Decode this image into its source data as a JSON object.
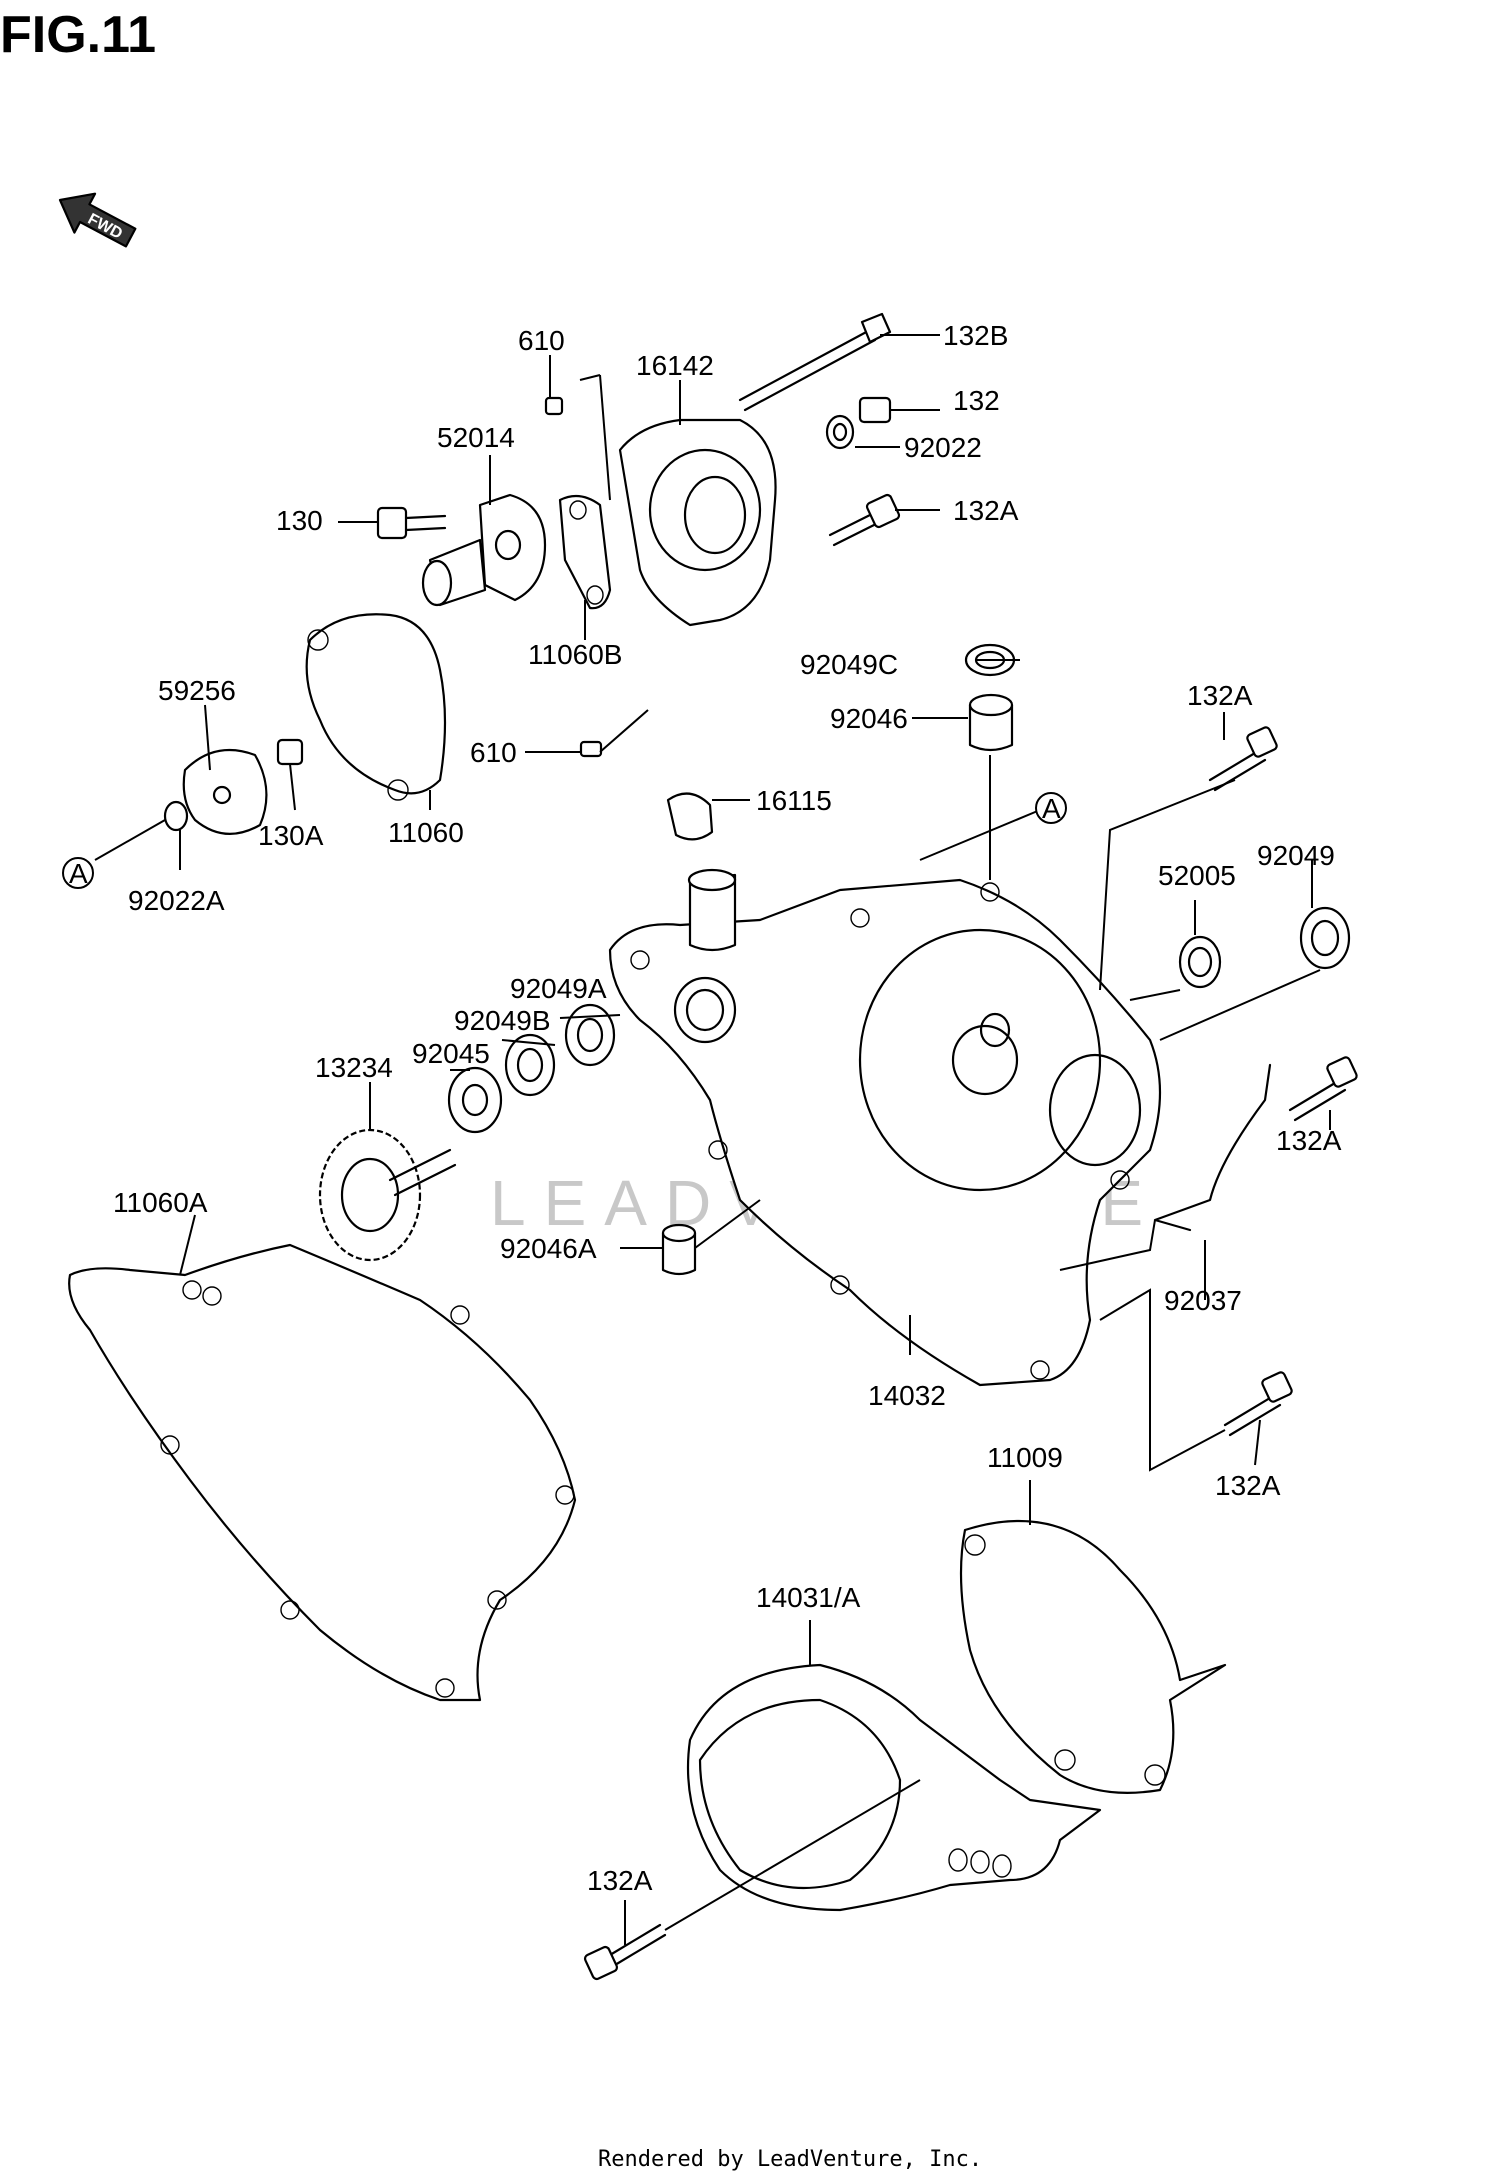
{
  "title": "FIG.11",
  "fwd_label": "FWD",
  "watermark": "LEADVENTURE",
  "footer": "Rendered by LeadVenture, Inc.",
  "callouts": {
    "c610a": "610",
    "c16142": "16142",
    "c132B": "132B",
    "c132": "132",
    "c52014": "52014",
    "c92022": "92022",
    "c130": "130",
    "c132A_1": "132A",
    "c11060B": "11060B",
    "c92049C": "92049C",
    "c92046": "92046",
    "c59256": "59256",
    "c610b": "610",
    "c132A_2": "132A",
    "c16115": "16115",
    "c130A": "130A",
    "c11060": "11060",
    "c92022A": "92022A",
    "c52005": "52005",
    "c92049": "92049",
    "c92049A": "92049A",
    "c92049B": "92049B",
    "c13234": "13234",
    "c92045": "92045",
    "c132A_3": "132A",
    "c11060A": "11060A",
    "c92046A": "92046A",
    "c92037": "92037",
    "c14032": "14032",
    "c11009": "11009",
    "c132A_4": "132A",
    "c14031A": "14031/A",
    "c132A_5": "132A",
    "refA1": "A",
    "refA2": "A"
  }
}
